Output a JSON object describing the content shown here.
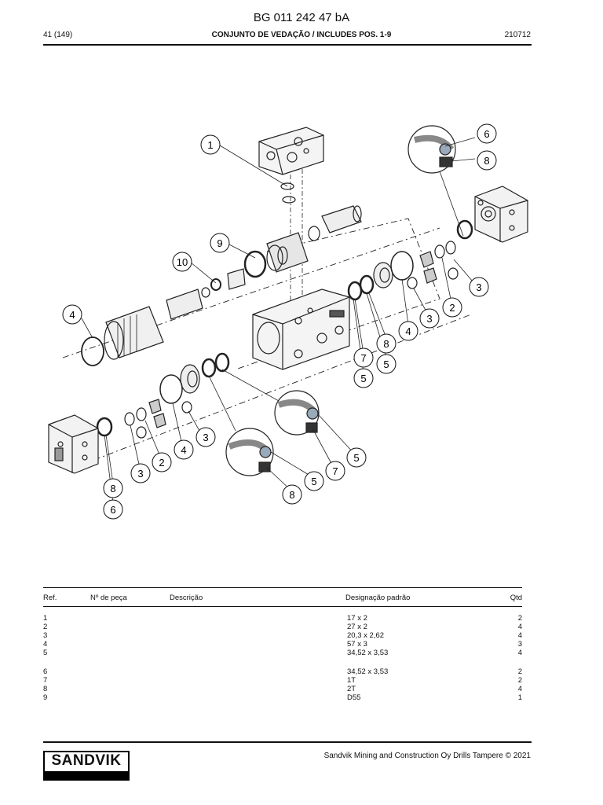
{
  "header": {
    "title": "BG 011 242 47 bA",
    "page": "41 (149)",
    "subtitle": "CONJUNTO DE VEDAÇÃO / INCLUDES POS. 1-9",
    "date": "210712"
  },
  "callouts": {
    "c1": "1",
    "c2": "2",
    "c3": "3",
    "c4": "4",
    "c5": "5",
    "c6": "6",
    "c7": "7",
    "c8": "8",
    "c9": "9",
    "c10": "10"
  },
  "table": {
    "headers": {
      "ref": "Ref.",
      "part_no": "Nº de peça",
      "description": "Descrição",
      "designation": "Designação padrão",
      "qty": "Qtd"
    },
    "rows": [
      {
        "ref": "1",
        "designation": "17 x 2",
        "qty": "2"
      },
      {
        "ref": "2",
        "designation": "27 x 2",
        "qty": "4"
      },
      {
        "ref": "3",
        "designation": "20,3 x 2,62",
        "qty": "4"
      },
      {
        "ref": "4",
        "designation": "57 x 3",
        "qty": "3"
      },
      {
        "ref": "5",
        "designation": "34,52 x 3,53",
        "qty": "4"
      },
      {
        "ref": "6",
        "designation": "34,52 x 3,53",
        "qty": "2"
      },
      {
        "ref": "7",
        "designation": "1T",
        "qty": "2"
      },
      {
        "ref": "8",
        "designation": "2T",
        "qty": "4"
      },
      {
        "ref": "9",
        "designation": "D55",
        "qty": "1"
      }
    ]
  },
  "footer": {
    "copyright": "Sandvik Mining and Construction Oy Drills Tampere © 2021",
    "logo": "SANDVIK"
  }
}
